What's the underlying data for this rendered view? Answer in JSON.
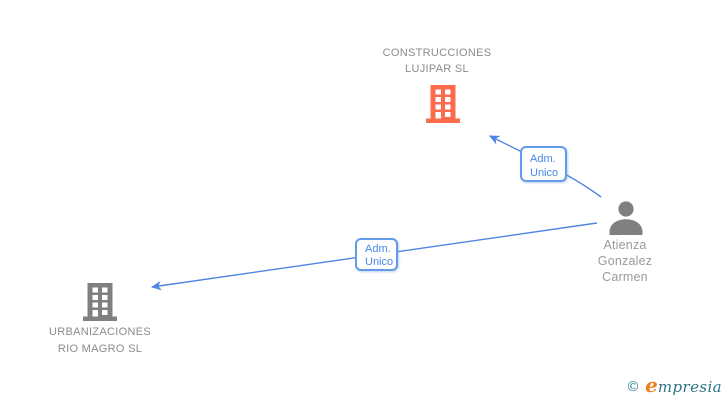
{
  "diagram": {
    "nodes": {
      "construcciones": {
        "name_line1": "CONSTRUCCIONES",
        "name_line2": "LUJIPAR SL",
        "icon": "building-icon",
        "icon_color": "#fb6c4c",
        "text_color": "#8b8b8b"
      },
      "atienza": {
        "name_line1": "Atienza",
        "name_line2": "Gonzalez",
        "name_line3": "Carmen",
        "icon": "person-icon",
        "icon_color": "#808080",
        "text_color": "#9a9a9a"
      },
      "urbanizaciones": {
        "name_line1": "URBANIZACIONES",
        "name_line2": "RIO MAGRO SL",
        "icon": "building-icon",
        "icon_color": "#808080",
        "text_color": "#8b8b8b"
      }
    },
    "edges": {
      "to_construcciones": {
        "label_line1": "Adm.",
        "label_line2": "Unico",
        "from": "Atienza Gonzalez Carmen",
        "to": "CONSTRUCCIONES LUJIPAR SL"
      },
      "to_urbanizaciones": {
        "label_line1": "Adm.",
        "label_line2": "Unico",
        "from": "Atienza Gonzalez Carmen",
        "to": "URBANIZACIONES RIO MAGRO SL"
      }
    },
    "edge_color": "#4d86e0",
    "edge_label_color": "#4a86e8"
  },
  "footer": {
    "copyright_symbol": "©",
    "brand_initial": "e",
    "brand_rest": "mpresia"
  }
}
